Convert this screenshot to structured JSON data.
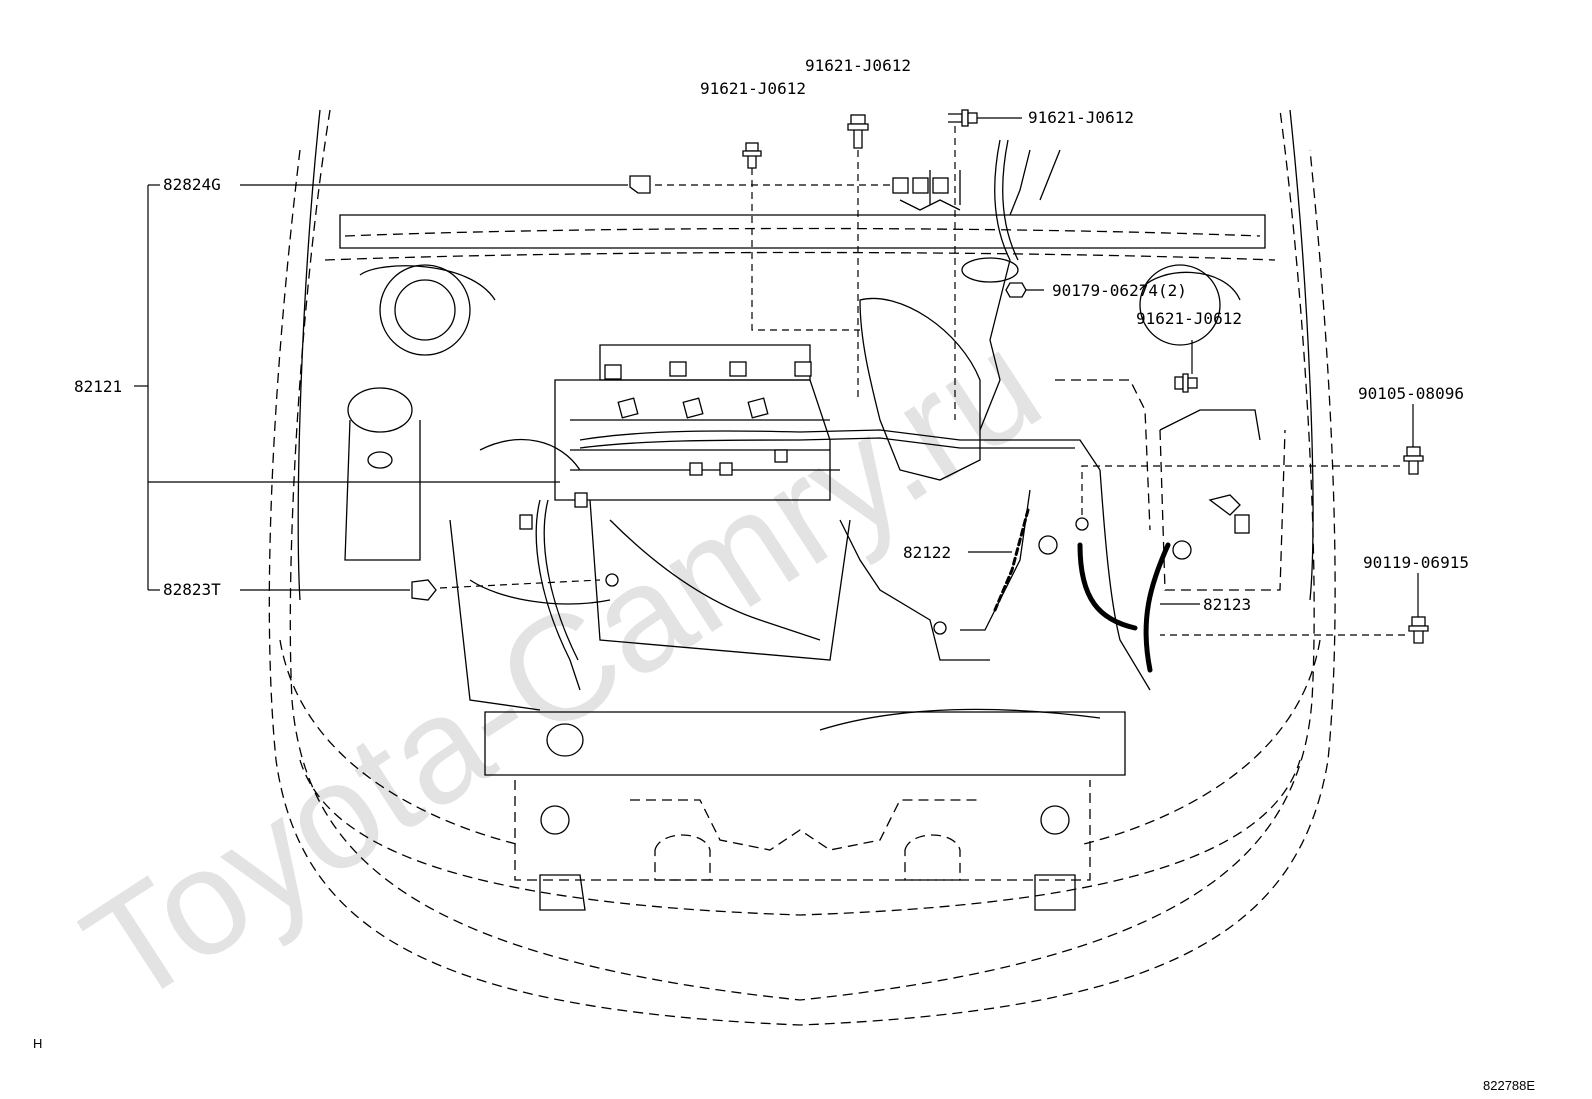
{
  "diagram": {
    "watermark": "Toyota-Camry.ru",
    "view_code": "H",
    "figure_id": "822788E",
    "callouts": {
      "bolt_top_left": "91621-J0612",
      "bolt_top_center": "91621-J0612",
      "bolt_top_right": "91621-J0612",
      "bolt_right_mid": "91621-J0612",
      "nut_grommet": "90179-06274(2)",
      "bolt_battery_upper": "90105-08096",
      "bolt_battery_lower": "90119-06915",
      "clip_upper": "82824G",
      "harness_main": "82121",
      "clip_lower": "82823T",
      "wire_battery_neg": "82122",
      "wire_battery_pos": "82123"
    }
  }
}
